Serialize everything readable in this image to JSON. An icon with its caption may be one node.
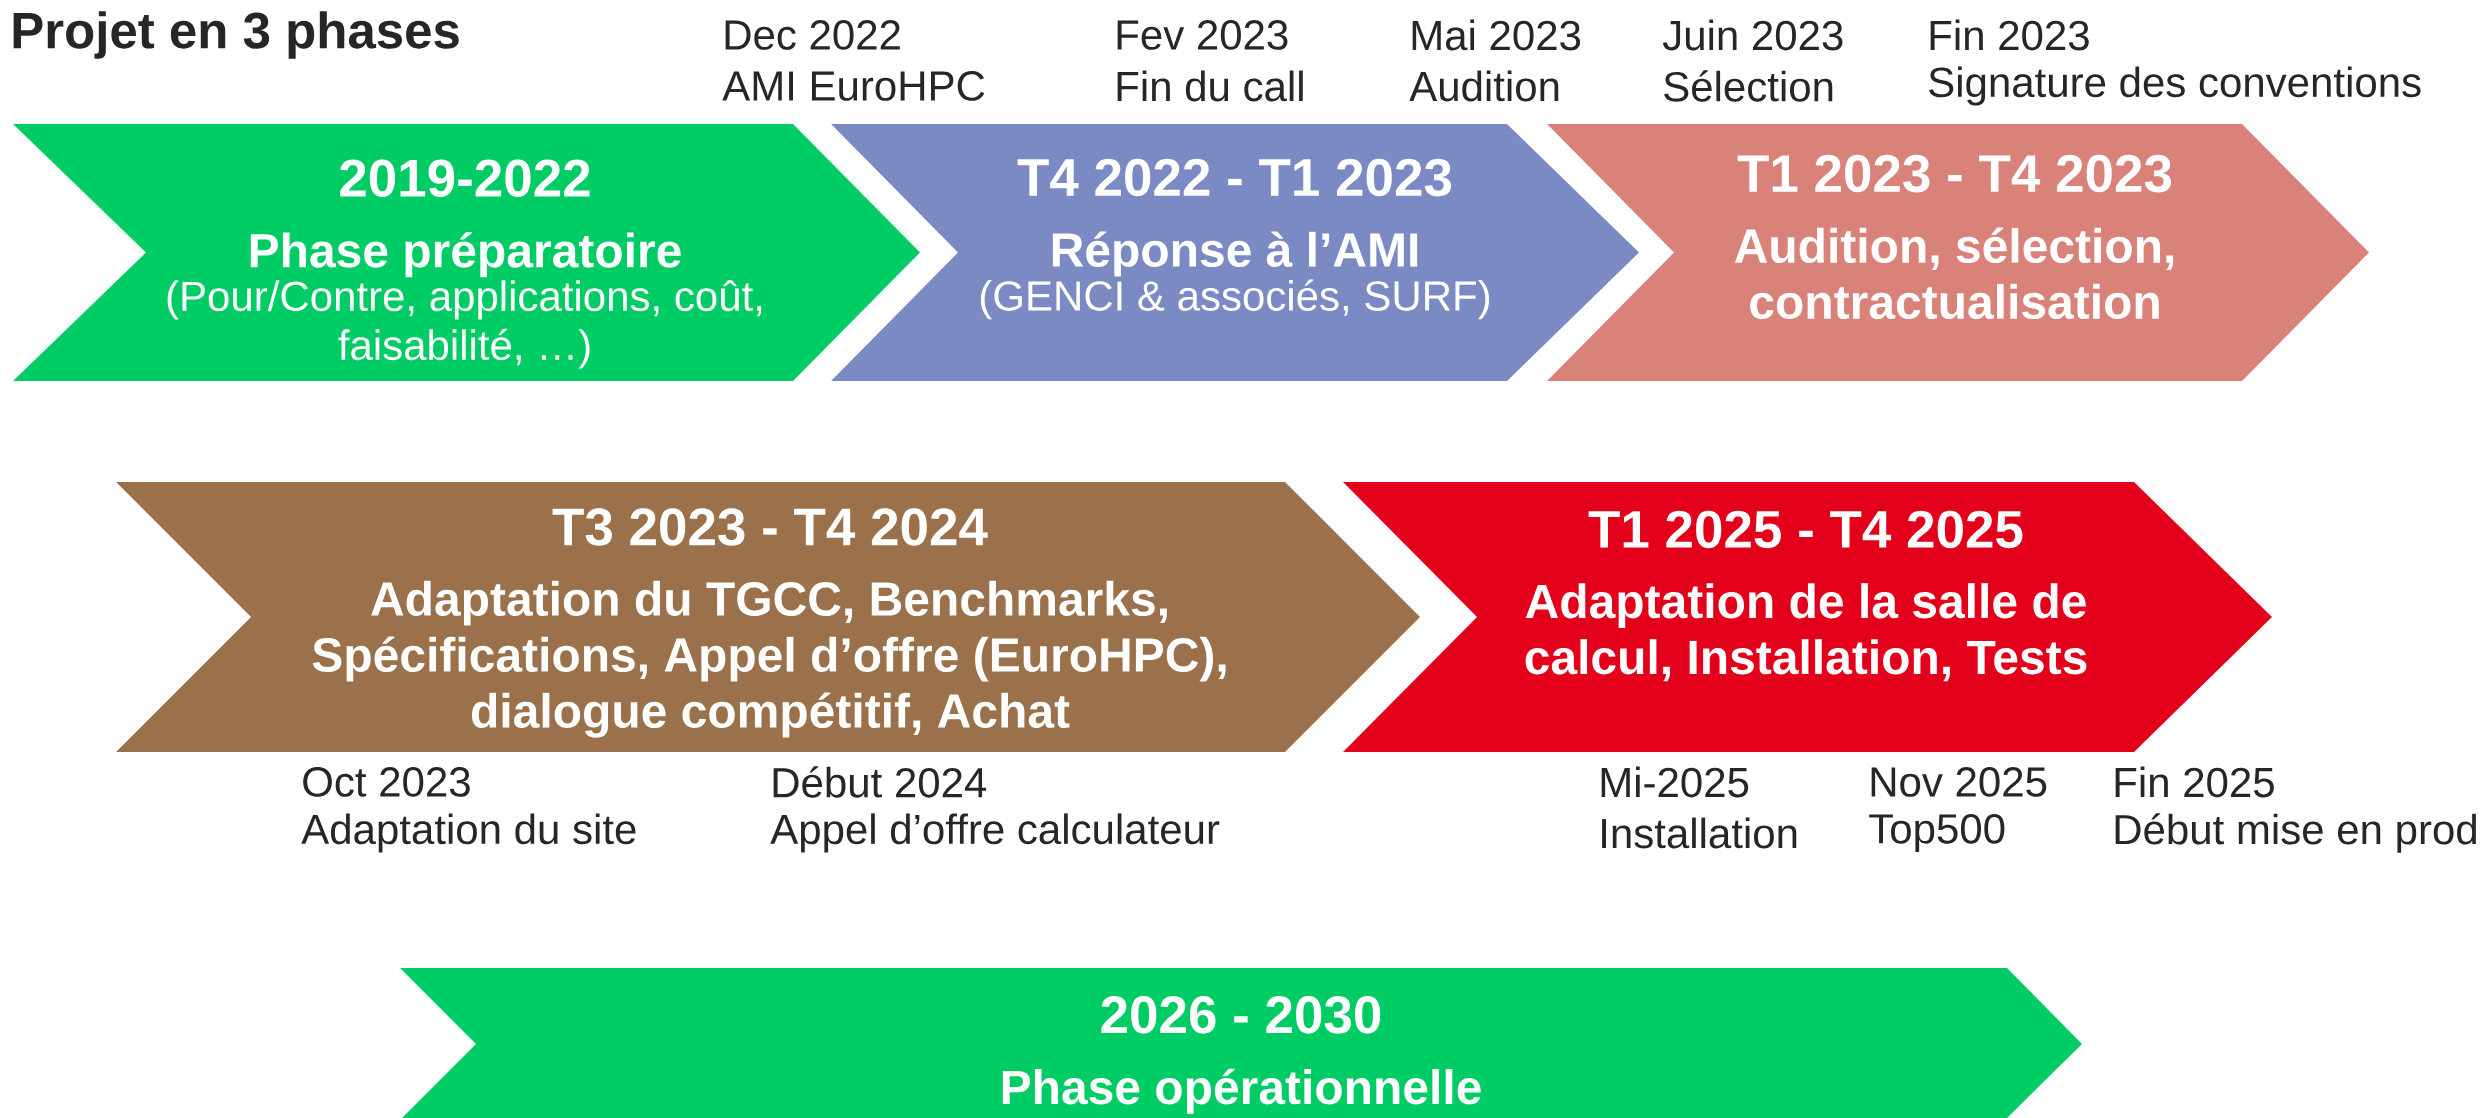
{
  "diagram": {
    "title": "Projet en 3 phases",
    "nodes": [
      {
        "text": [
          "2019-2022",
          "Phase préparatoire",
          "(Pour/Contre, applications, coût, faisabilité, …)"
        ]
      },
      {
        "text": [
          "T4 2022 - T1 2023",
          "Réponse à l’AMI",
          "(GENCI & associés, SURF)"
        ]
      },
      {
        "text": [
          "T1 2023 - T4 2023",
          "Audition, sélection, contractualisation"
        ]
      },
      {
        "text": [
          "T3 2023 - T4 2024",
          "Adaptation du TGCC, Benchmarks, Spécifications, Appel d’offre (EuroHPC), dialogue compétitif, Achat"
        ]
      },
      {
        "text": [
          "T1 2025 - T4 2025",
          "Adaptation de la salle de calcul, Installation, Tests"
        ]
      },
      {
        "text": [
          "2026 - 2030",
          "Phase opérationnelle"
        ]
      }
    ],
    "labels": [
      "Dec 2022",
      "AMI EuroHPC",
      "Fev 2023",
      "Fin du call",
      "Mai 2023",
      "Audition",
      "Juin 2023",
      "Sélection",
      "Fin 2023",
      "Signature des conventions",
      "Oct 2023",
      "Adaptation du site",
      "Début 2024",
      "Appel d’offre calculateur",
      "Mi-2025",
      "Installation",
      "Nov 2025",
      "Top500",
      "Fin 2025",
      "Début mise en prod"
    ]
  }
}
